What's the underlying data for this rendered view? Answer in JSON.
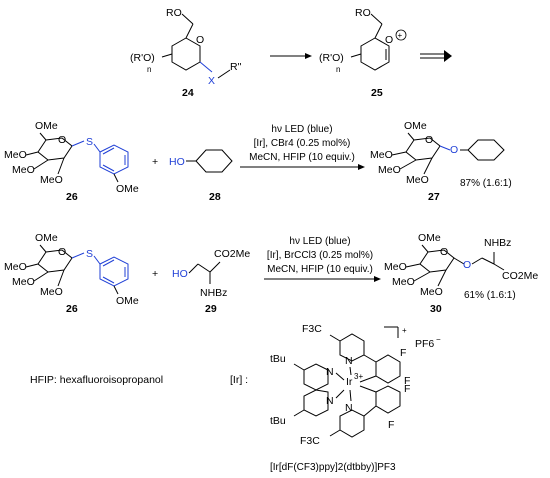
{
  "scheme_top": {
    "compound_24_label": "24",
    "compound_25_label": "25",
    "atoms_24": {
      "ro": "RO",
      "rprime_o": "(R'O)",
      "n": "n",
      "o": "O",
      "x": "X",
      "r2": "R\""
    },
    "atoms_25": {
      "ro": "RO",
      "rprime_o": "(R'O)",
      "n": "n",
      "o_plus": "O",
      "plus": "+"
    }
  },
  "reaction_1": {
    "substrate_label": "26",
    "nucleophile_label": "28",
    "product_label": "27",
    "plus": "+",
    "conditions": [
      "hν LED (blue)",
      "[Ir], CBr4 (0.25 mol%)",
      "MeCN, HFIP (10 equiv.)"
    ],
    "yield": "87% (1.6:1)",
    "atoms": {
      "ome": "OMe",
      "meo": "MeO",
      "s": "S",
      "ho": "HO",
      "o": "O"
    }
  },
  "reaction_2": {
    "substrate_label": "26",
    "nucleophile_label": "29",
    "product_label": "30",
    "plus": "+",
    "conditions": [
      "hν LED (blue)",
      "[Ir], BrCCl3 (0.25 mol%)",
      "MeCN, HFIP (10 equiv.)"
    ],
    "yield": "61% (1.6:1)",
    "atoms": {
      "ome": "OMe",
      "meo": "MeO",
      "s": "S",
      "ho": "HO",
      "co2me": "CO2Me",
      "nhbz": "NHBz",
      "o": "O"
    }
  },
  "legend": {
    "hfip": "HFIP: hexafluoroisopropanol",
    "ir_key": "[Ir] :",
    "catalyst_name": "[Ir[dF(CF3)ppy]2(dtbby)]PF3",
    "charge": "+",
    "counterion": "PF6",
    "counterion_charge": "−",
    "atoms": {
      "ir": "Ir",
      "ir_charge": "3+",
      "n": "N",
      "f": "F",
      "cf3": "F3C",
      "tbu": "tBu"
    }
  },
  "colors": {
    "highlight": "#1f3fd6",
    "ink": "#000000"
  }
}
